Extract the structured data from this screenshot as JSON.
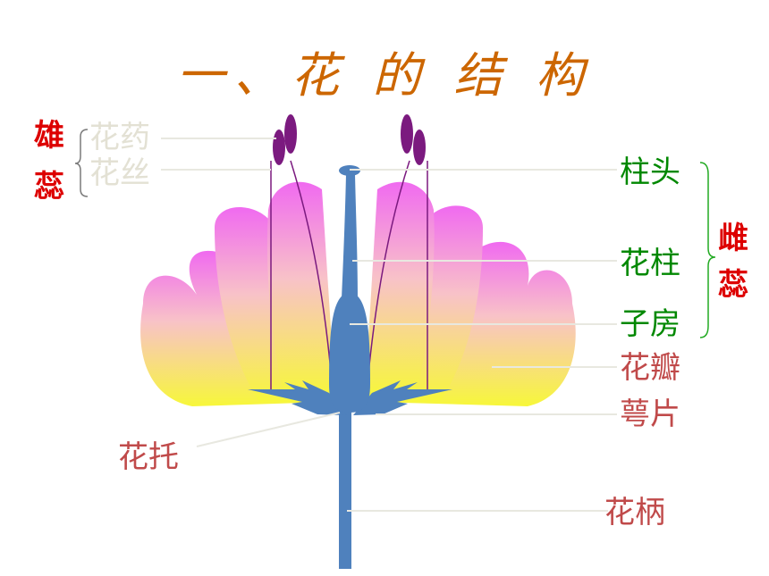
{
  "title": "一、花 的 结 构",
  "colors": {
    "title": "#cc6600",
    "group": "#dd0000",
    "faded": "#e3e1d4",
    "pistil_part": "#008800",
    "part": "#c04a4a",
    "stem": "#4f81bd",
    "anther": "#7b1a7f",
    "leader": "#e8e8e0"
  },
  "stamen": {
    "group": [
      "雄",
      "蕊"
    ],
    "anther": "花药",
    "filament": "花丝"
  },
  "pistil": {
    "group": [
      "雌",
      "蕊"
    ],
    "stigma": "柱头",
    "style": "花柱",
    "ovary": "子房"
  },
  "parts": {
    "petal": "花瓣",
    "sepal": "萼片",
    "receptacle": "花托",
    "pedicel": "花柄"
  }
}
